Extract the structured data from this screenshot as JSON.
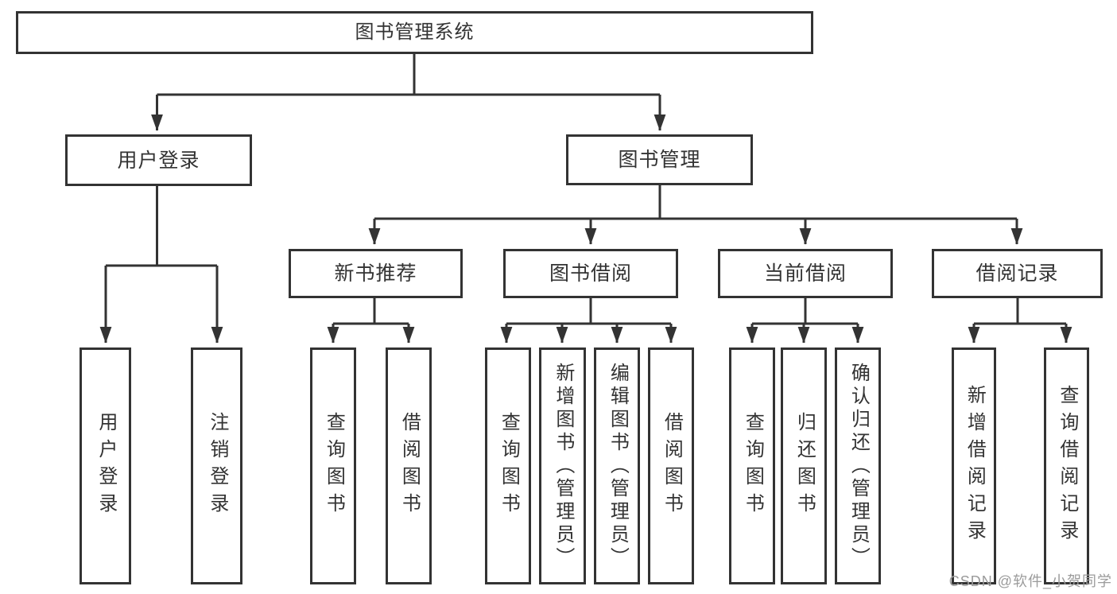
{
  "diagram": {
    "title": "图书管理系统",
    "type": "hierarchy-tree",
    "colors": {
      "line": "#333333",
      "text": "#333333",
      "background": "#ffffff",
      "watermark_gray": "#9b9b9b"
    },
    "root": {
      "label": "图书管理系统"
    },
    "level2": [
      {
        "id": "user-login",
        "label": "用户登录"
      },
      {
        "id": "book-management",
        "label": "图书管理"
      }
    ],
    "level3": [
      {
        "id": "new-book-recommend",
        "label": "新书推荐",
        "parent": "图书管理"
      },
      {
        "id": "book-borrow",
        "label": "图书借阅",
        "parent": "图书管理"
      },
      {
        "id": "current-borrow",
        "label": "当前借阅",
        "parent": "图书管理"
      },
      {
        "id": "borrow-records",
        "label": "借阅记录",
        "parent": "图书管理"
      }
    ],
    "leaves": [
      {
        "id": "user-login-leaf",
        "label": "用户登录",
        "parent": "用户登录"
      },
      {
        "id": "logout",
        "label": "注销登录",
        "parent": "用户登录"
      },
      {
        "id": "query-book-1",
        "label": "查询图书",
        "parent": "新书推荐"
      },
      {
        "id": "borrow-book-1",
        "label": "借阅图书",
        "parent": "新书推荐"
      },
      {
        "id": "query-book-2",
        "label": "查询图书",
        "parent": "图书借阅"
      },
      {
        "id": "add-book-admin",
        "label": "新增图书（管理员）",
        "parent": "图书借阅"
      },
      {
        "id": "edit-book-admin",
        "label": "编辑图书（管理员）",
        "parent": "图书借阅"
      },
      {
        "id": "borrow-book-2",
        "label": "借阅图书",
        "parent": "图书借阅"
      },
      {
        "id": "query-book-3",
        "label": "查询图书",
        "parent": "当前借阅"
      },
      {
        "id": "return-book",
        "label": "归还图书",
        "parent": "当前借阅"
      },
      {
        "id": "confirm-return-admin",
        "label": "确认归还（管理员）",
        "parent": "当前借阅"
      },
      {
        "id": "add-borrow-record",
        "label": "新增借阅记录",
        "parent": "借阅记录"
      },
      {
        "id": "query-borrow-record",
        "label": "查询借阅记录",
        "parent": "借阅记录"
      }
    ],
    "watermark": "CSDN @软件_小贺同学"
  }
}
